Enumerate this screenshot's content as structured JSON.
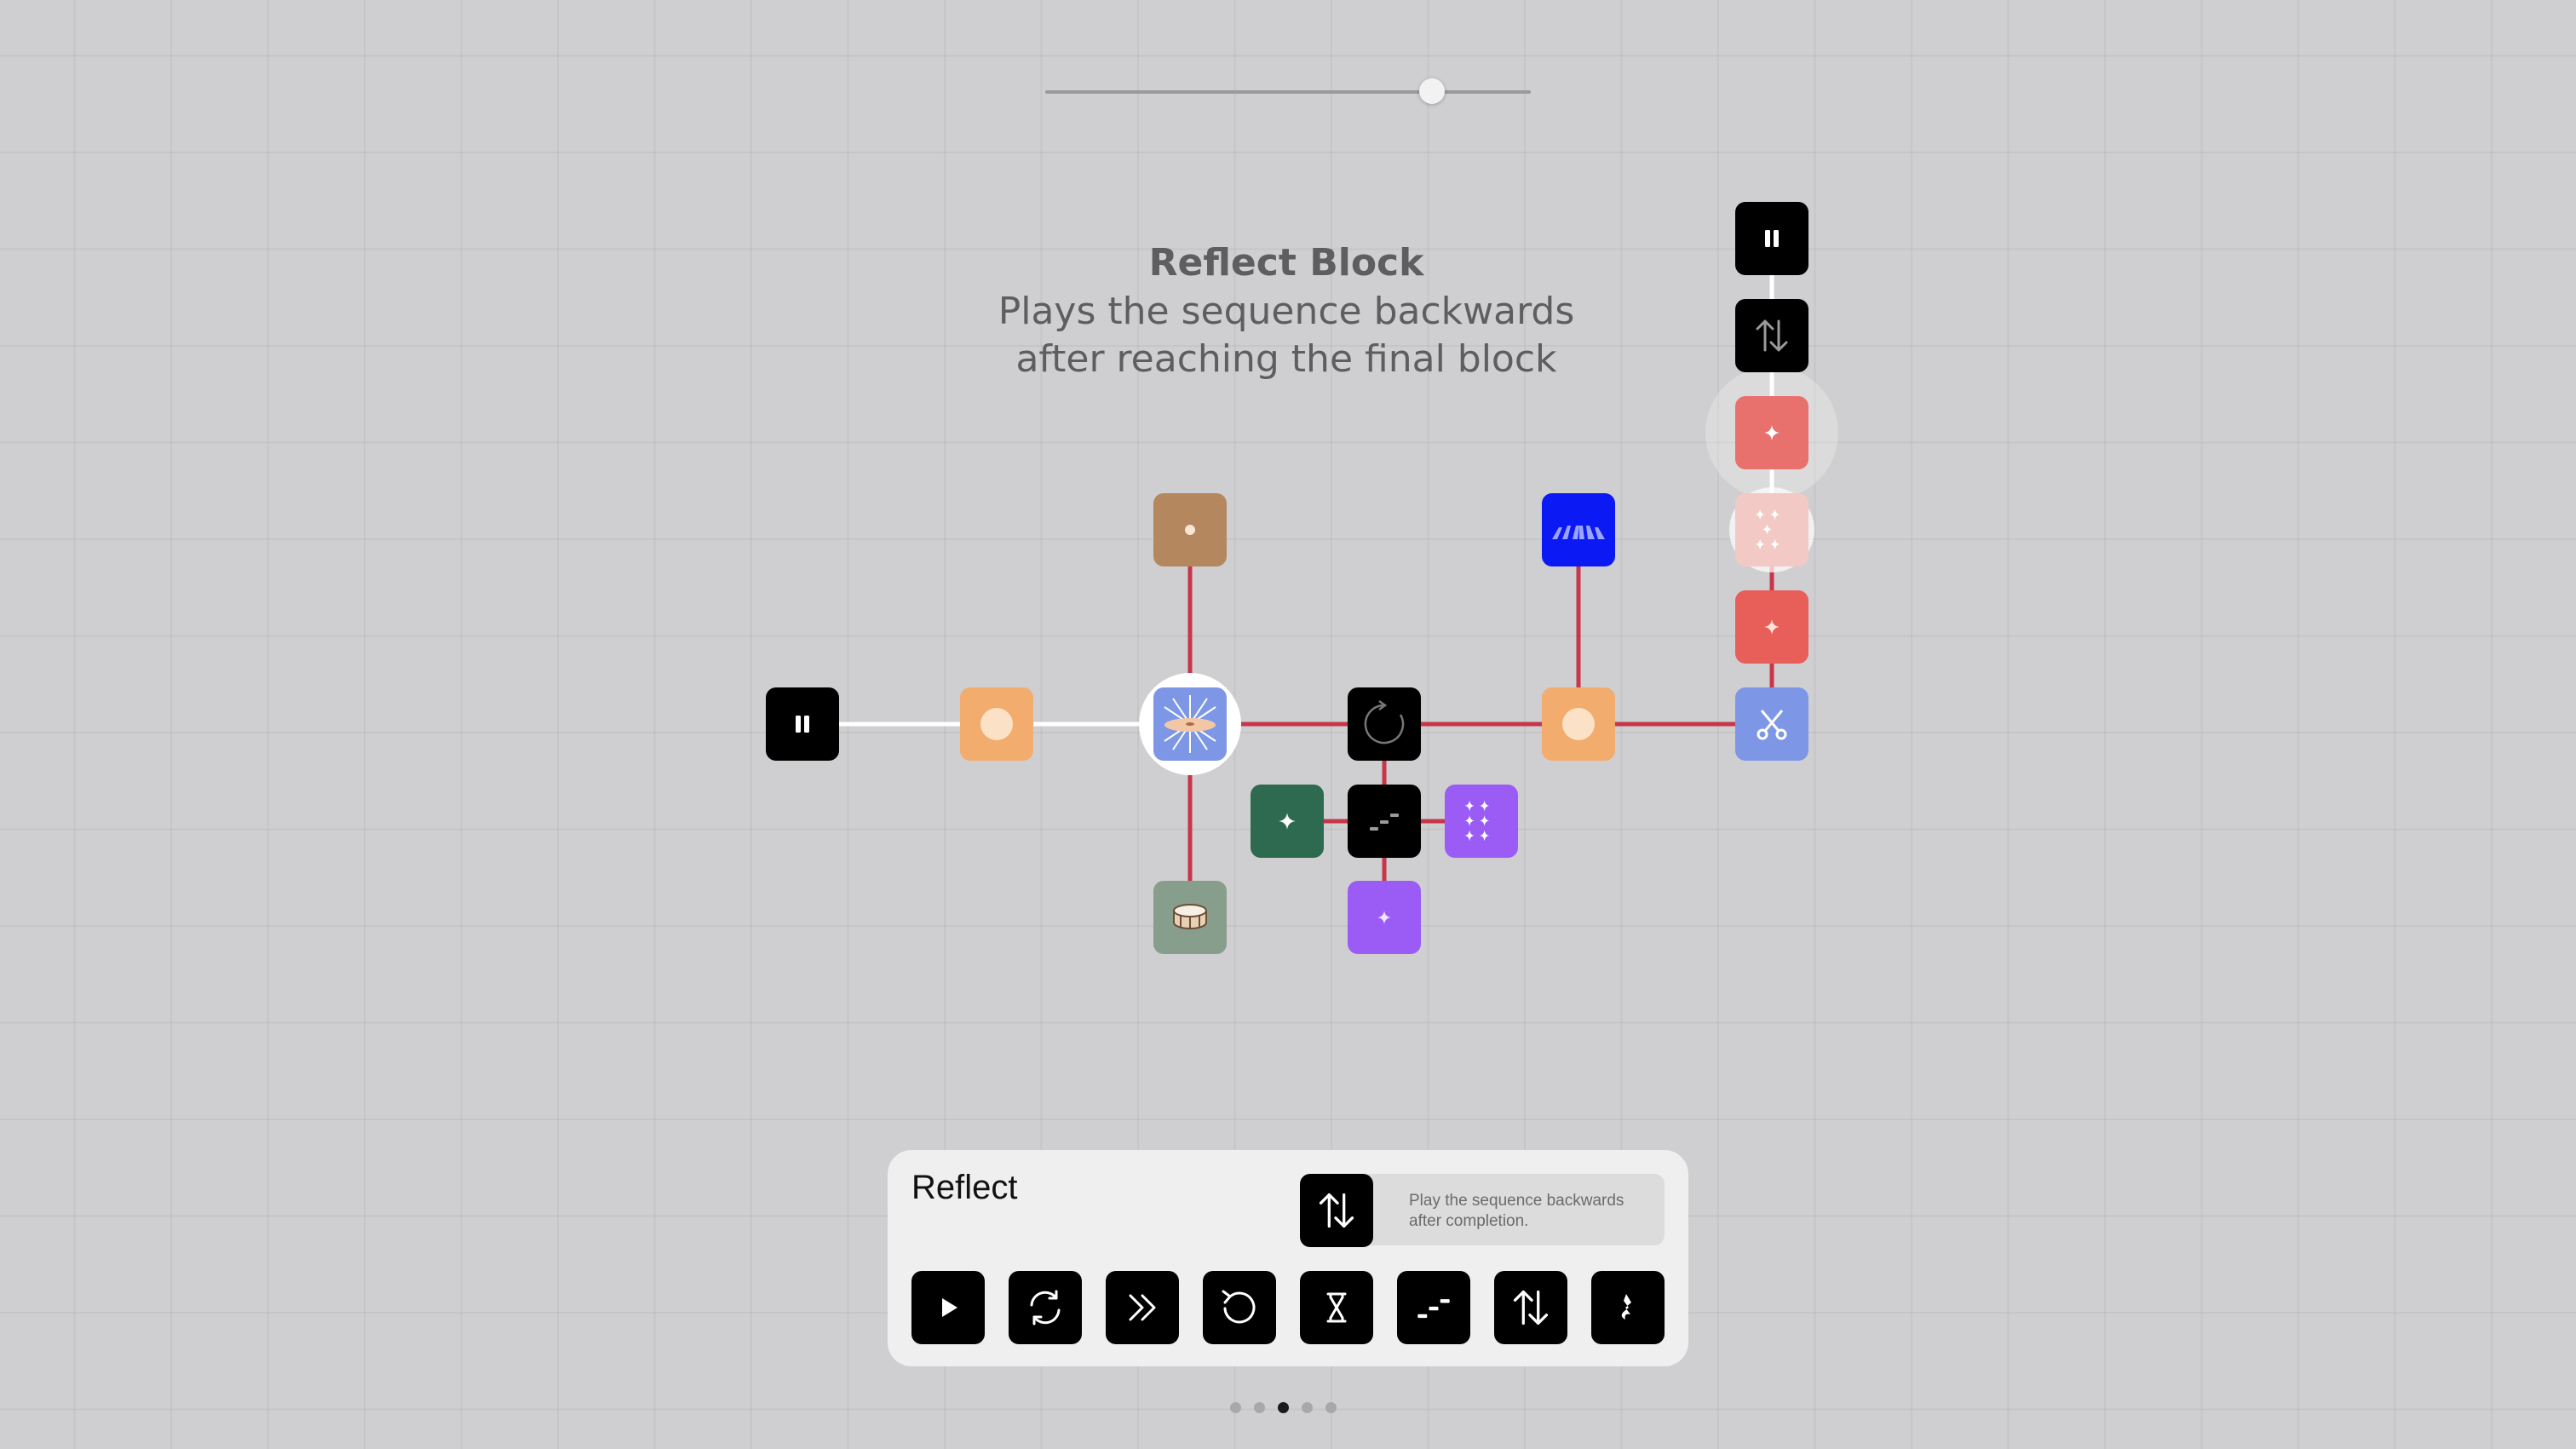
{
  "slider": {
    "value": 0.8
  },
  "info_header": {
    "title": "Reflect Block",
    "description_line1": "Plays the sequence backwards",
    "description_line2": "after reaching the final block"
  },
  "graph": {
    "link_colors": {
      "inactive": "#ffffff",
      "active": "#c8364a"
    },
    "nodes": [
      {
        "id": "pause-left",
        "icon": "pause-icon",
        "color": "#000000"
      },
      {
        "id": "pad-orange-1",
        "icon": "circle-icon",
        "color": "#f2ac6d"
      },
      {
        "id": "cymbal-hub",
        "icon": "cymbal-icon",
        "color": "#7d97e6"
      },
      {
        "id": "tone-brown",
        "icon": "dot-icon",
        "color": "#b5875e"
      },
      {
        "id": "drum",
        "icon": "drum-icon",
        "color": "#879e8c"
      },
      {
        "id": "loop-black",
        "icon": "loop-icon",
        "color": "#000000"
      },
      {
        "id": "pad-orange-2",
        "icon": "circle-icon",
        "color": "#f2ac6d"
      },
      {
        "id": "wave-blue",
        "icon": "wave-icon",
        "color": "#0b19f4"
      },
      {
        "id": "sparkle-green",
        "icon": "sparkle-icon",
        "color": "#2d6a4f"
      },
      {
        "id": "ramp-black",
        "icon": "ramp-icon",
        "color": "#000000"
      },
      {
        "id": "sparkle-grid-purple",
        "icon": "sparkle-grid-icon",
        "color": "#9b5cf5"
      },
      {
        "id": "sparkle-purple",
        "icon": "sparkle-icon",
        "color": "#9b5cf5"
      },
      {
        "id": "scissors-blue",
        "icon": "scissors-icon",
        "color": "#7d97e6"
      },
      {
        "id": "sparkle-red-1",
        "icon": "sparkle-icon",
        "color": "#e85f59"
      },
      {
        "id": "sparkle-grid-pink",
        "icon": "sparkle-grid-icon",
        "color": "#f3c9c6"
      },
      {
        "id": "sparkle-red-2",
        "icon": "sparkle-icon",
        "color": "#e9716d"
      },
      {
        "id": "reflect-black",
        "icon": "reflect-icon",
        "color": "#000000"
      },
      {
        "id": "pause-top",
        "icon": "pause-icon",
        "color": "#000000"
      }
    ]
  },
  "panel": {
    "title": "Reflect",
    "selected_icon": "reflect-icon",
    "info_line1": "Play the sequence backwards",
    "info_line2": "after completion.",
    "tools": [
      {
        "name": "play",
        "icon": "play-icon"
      },
      {
        "name": "loop",
        "icon": "loop-icon"
      },
      {
        "name": "fast-forward",
        "icon": "fast-forward-icon"
      },
      {
        "name": "restart",
        "icon": "restart-icon"
      },
      {
        "name": "timer",
        "icon": "hourglass-icon"
      },
      {
        "name": "ramp",
        "icon": "ramp-icon"
      },
      {
        "name": "reflect",
        "icon": "reflect-icon"
      },
      {
        "name": "rest",
        "icon": "rest-icon"
      }
    ]
  },
  "pagination": {
    "total": 5,
    "current": 3
  }
}
